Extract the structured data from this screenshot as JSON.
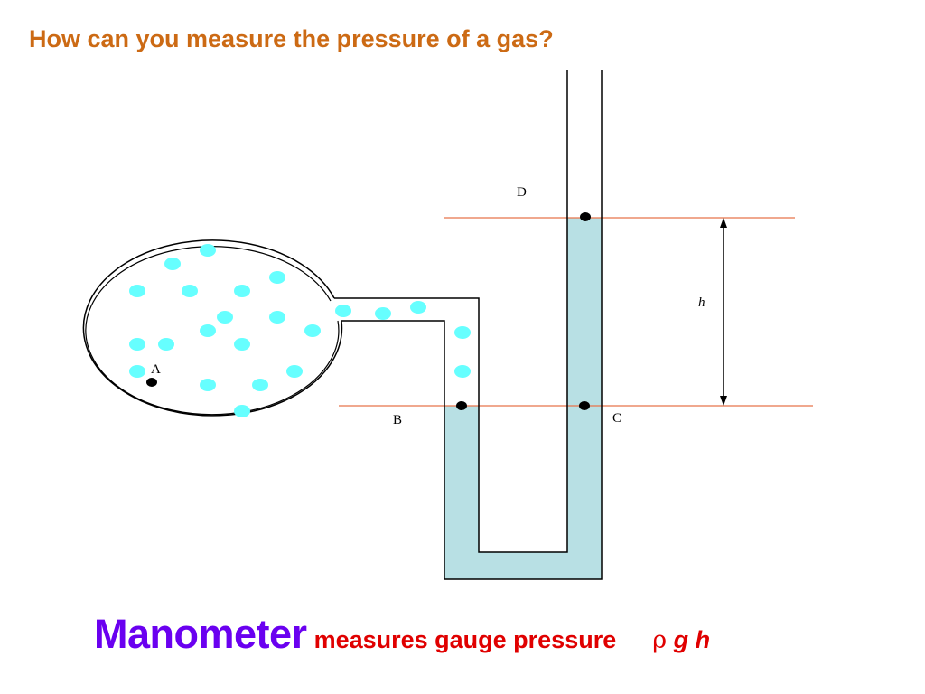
{
  "slide": {
    "title": "How can you measure the pressure of a gas?"
  },
  "diagram": {
    "labels": {
      "a": "A",
      "b": "B",
      "c": "C",
      "d": "D",
      "height": "h"
    },
    "colors": {
      "gas_particle": "#66ffff",
      "liquid": "#b8e0e4",
      "reference_line": "#e8734a",
      "tube": "#000000"
    }
  },
  "caption": {
    "main": "Manometer",
    "sub": "measures gauge pressure",
    "formula_symbol": "ρ",
    "formula_vars": "g h"
  }
}
